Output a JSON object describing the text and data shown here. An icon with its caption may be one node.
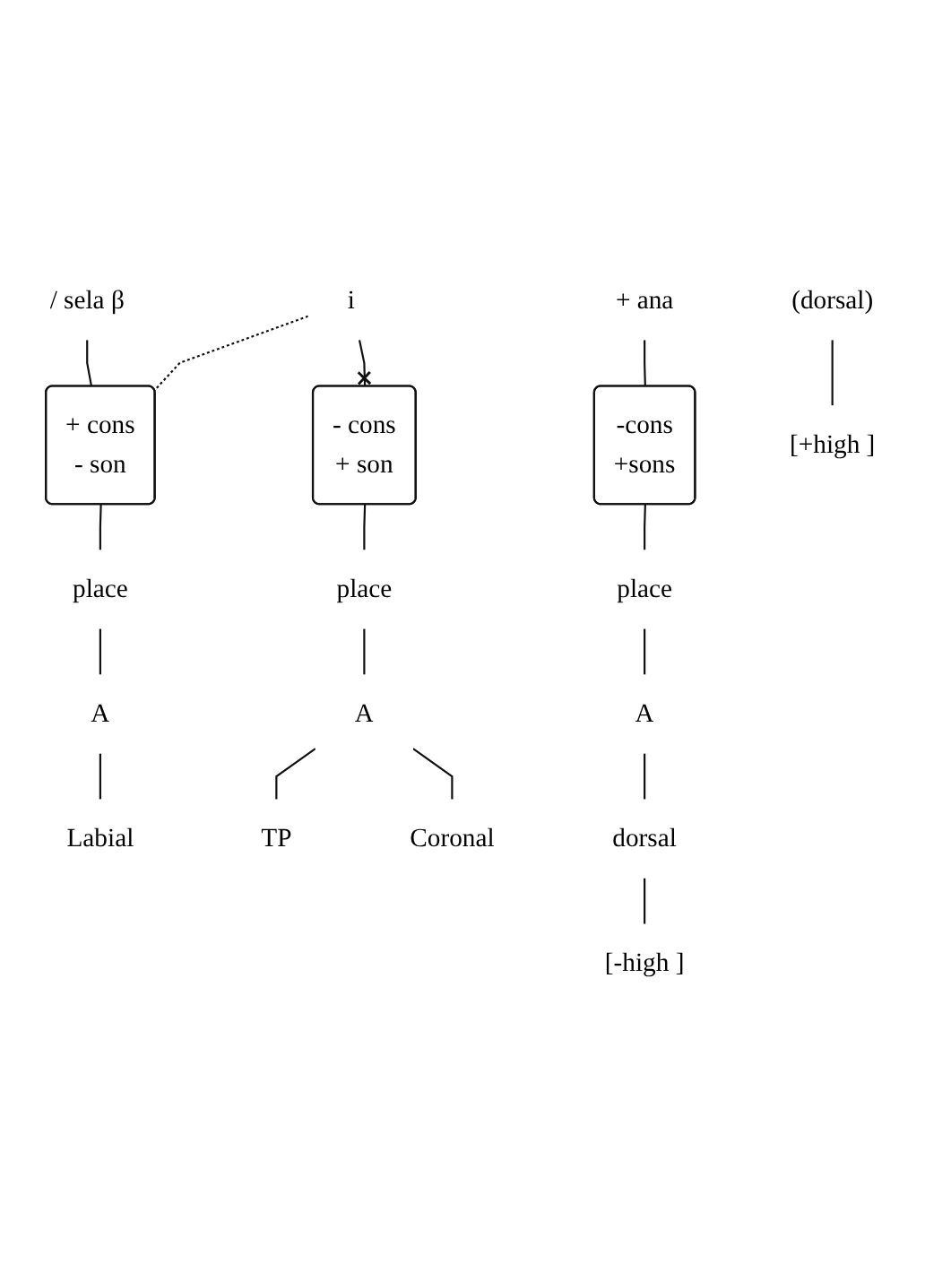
{
  "diagram": {
    "nodes": [
      {
        "text": [
          "/ sela β"
        ]
      },
      {
        "text": [
          "i"
        ]
      },
      {
        "text": [
          "+ ana"
        ]
      },
      {
        "text": [
          "+ cons",
          "- son"
        ]
      },
      {
        "text": [
          "- cons",
          "+ son"
        ]
      },
      {
        "text": [
          "-cons",
          "+sons"
        ]
      },
      {
        "text": [
          "place"
        ]
      },
      {
        "text": [
          "place"
        ]
      },
      {
        "text": [
          "place"
        ]
      },
      {
        "text": [
          "A"
        ]
      },
      {
        "text": [
          "A"
        ]
      },
      {
        "text": [
          "A"
        ]
      },
      {
        "text": [
          "Labial"
        ]
      },
      {
        "text": [
          "TP"
        ]
      },
      {
        "text": [
          "Coronal"
        ]
      },
      {
        "text": [
          "dorsal"
        ]
      },
      {
        "text": [
          "(dorsal)"
        ]
      },
      {
        "text": [
          "[+high ]"
        ]
      },
      {
        "text": [
          "[-high ]"
        ]
      }
    ],
    "edges": [
      {
        "from": 0,
        "to": 3,
        "arrow": "none"
      },
      {
        "from": 1,
        "to": 3,
        "arrow": "none",
        "style": "dashed"
      },
      {
        "from": 1,
        "to": 4,
        "arrow": "other"
      },
      {
        "from": 2,
        "to": 5,
        "arrow": "none"
      },
      {
        "from": 3,
        "to": 6,
        "arrow": "none"
      },
      {
        "from": 4,
        "to": 7,
        "arrow": "none"
      },
      {
        "from": 5,
        "to": 8,
        "arrow": "none"
      },
      {
        "from": 6,
        "to": 9,
        "arrow": "none"
      },
      {
        "from": 7,
        "to": 10,
        "arrow": "none"
      },
      {
        "from": 8,
        "to": 11,
        "arrow": "none"
      },
      {
        "from": 9,
        "to": 12,
        "arrow": "none"
      },
      {
        "from": 10,
        "to": 13,
        "arrow": "none"
      },
      {
        "from": 10,
        "to": 14,
        "arrow": "none"
      },
      {
        "from": 11,
        "to": 15,
        "arrow": "none"
      },
      {
        "from": 16,
        "to": 17,
        "arrow": "none"
      },
      {
        "from": 15,
        "to": 18,
        "arrow": "none"
      }
    ]
  }
}
